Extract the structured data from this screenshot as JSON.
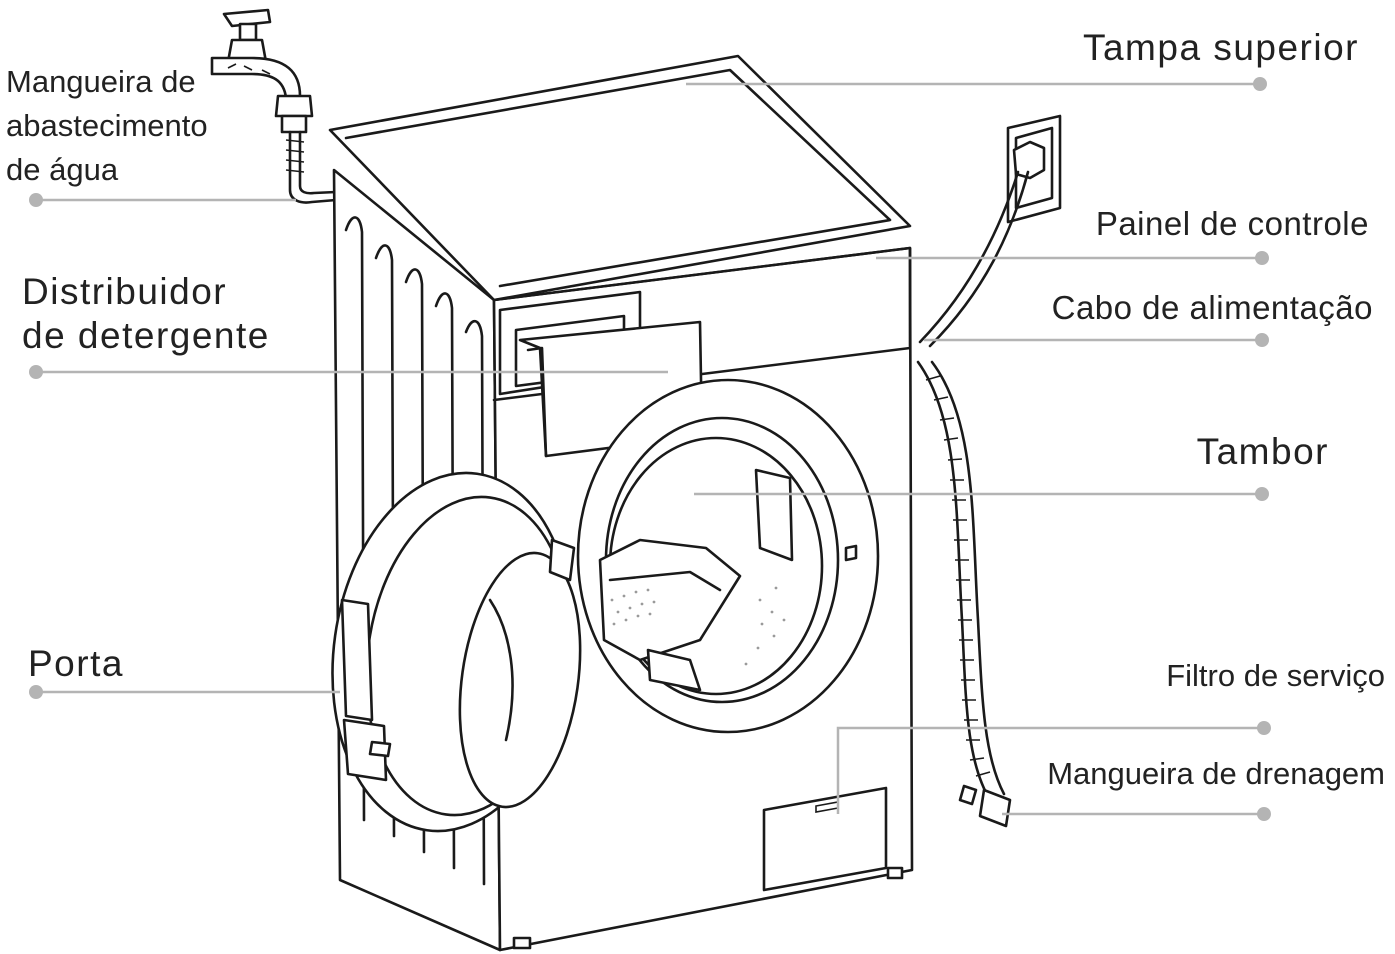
{
  "labels": {
    "water_hose": [
      "Mangueira de",
      "abastecimento",
      "de água"
    ],
    "top_cover": "Tampa superior",
    "control_panel": "Painel de controle",
    "power_cable": "Cabo de alimentação",
    "detergent_dispenser": [
      "Distribuidor",
      "de detergente"
    ],
    "drum": "Tambor",
    "door": "Porta",
    "service_filter": "Filtro de serviço",
    "drain_hose": "Mangueira de drenagem"
  },
  "colors": {
    "leader_line": "#b4b4b4",
    "ink": "#1a1a1a",
    "text": "#222222"
  }
}
